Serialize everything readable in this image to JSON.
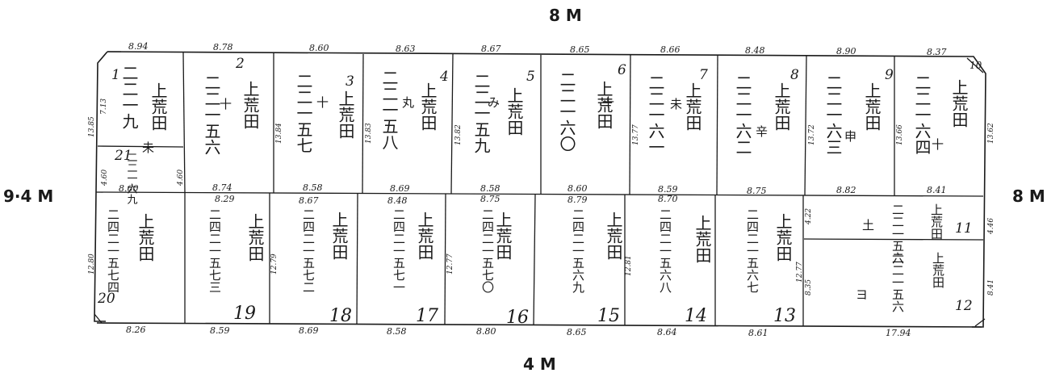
{
  "roads": {
    "top": "8 M",
    "bottom": "4 M",
    "left": "9·4 M",
    "right": "8 M"
  },
  "top_measures": [
    "8.94",
    "8.78",
    "8.60",
    "8.63",
    "8.67",
    "8.65",
    "8.66",
    "8.48",
    "8.90",
    "8.37"
  ],
  "mid_measures": [
    "8.60",
    "8.74",
    "8.58",
    "8.69",
    "8.58",
    "8.60",
    "8.59",
    "8.75",
    "8.82",
    "8.41"
  ],
  "row2_measures": [
    "8.29",
    "8.67",
    "8.48",
    "8.75",
    "8.79",
    "8.70"
  ],
  "bottom_measures": [
    "8.26",
    "8.59",
    "8.69",
    "8.58",
    "8.80",
    "8.65",
    "8.64",
    "8.61",
    "17.94"
  ],
  "side_measures": {
    "lot1_left": "7.13",
    "outer_left_top": "13.85",
    "lot21_left": "4.60",
    "lot21_right": "4.60",
    "lot3_left": "13.84",
    "lot4_left": "13.83",
    "lot5_left": "13.82",
    "lot7_left": "13.77",
    "lot9_left": "13.72",
    "lot10_left": "13.66",
    "outer_right_top": "13.62",
    "outer_left_bottom": "12.80",
    "lot18_left": "12.79",
    "lot17_left": "12.77",
    "lot15_left": "12.81",
    "lot13_left": "12.77",
    "lot11_left": "4.22",
    "lot11_right": "4.46",
    "lot12_left": "8.35",
    "lot12_right": "8.41"
  },
  "lot_numbers": {
    "top": [
      "1",
      "2",
      "3",
      "4",
      "5",
      "6",
      "7",
      "8",
      "9",
      "10"
    ],
    "lot21": "21",
    "bottom": [
      "20",
      "19",
      "18",
      "17",
      "16",
      "15",
      "14",
      "13"
    ],
    "right": [
      "11",
      "12"
    ]
  },
  "owner": "上荒田",
  "lot_codes": {
    "lot1": "二二一九",
    "lot21": "二二一六九",
    "lot2": "二二一五六",
    "lot3": "二二一五七",
    "lot4": "二二一五八",
    "lot5": "二二一五九",
    "lot6": "二二一六〇",
    "lot7": "二二一六一",
    "lot8": "二二一六二",
    "lot9": "二二一六三",
    "lot10": "二二一六四",
    "lot20": "二四二一五七四",
    "lot19": "二四二一五七三",
    "lot18": "二四二一五七二",
    "lot17": "二四二一五七一",
    "lot16": "二四二一五七〇",
    "lot15": "二四二一五六九",
    "lot14": "二四二一五六八",
    "lot13": "二四二一五六七",
    "lot11": "二二一五六",
    "lot12": "二二一五六"
  },
  "marks": {
    "lot1": "未",
    "lot6": "十",
    "lot2": "十",
    "lot3": "十",
    "lot4": "丸",
    "lot5": "み",
    "lot7": "未",
    "lot8": "辛",
    "lot9": "申",
    "lot10": "十",
    "lot11": "土",
    "lot12": "ヨ"
  }
}
